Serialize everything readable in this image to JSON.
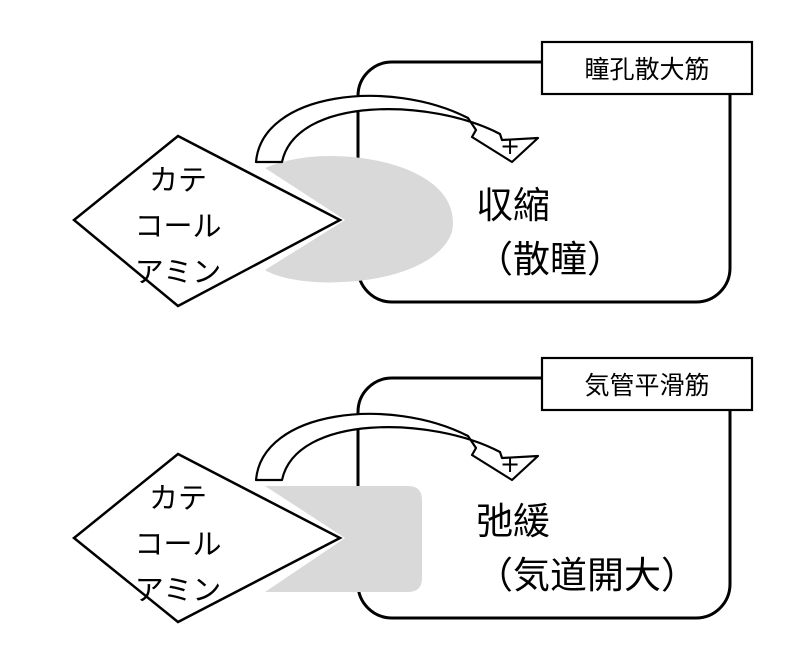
{
  "panels": [
    {
      "tissue_label": "瞳孔散大筋",
      "ligand_lines": [
        "カテ",
        "コール",
        "アミン"
      ],
      "sign": "+",
      "effect_lines": [
        "収縮",
        "（散瞳）"
      ]
    },
    {
      "tissue_label": "気管平滑筋",
      "ligand_lines": [
        "カテ",
        "コール",
        "アミン"
      ],
      "sign": "+",
      "effect_lines": [
        "弛緩",
        "（気道開大）"
      ]
    }
  ],
  "colors": {
    "receptor": "#d9d9d9",
    "stroke": "#000000",
    "background": "#ffffff"
  }
}
